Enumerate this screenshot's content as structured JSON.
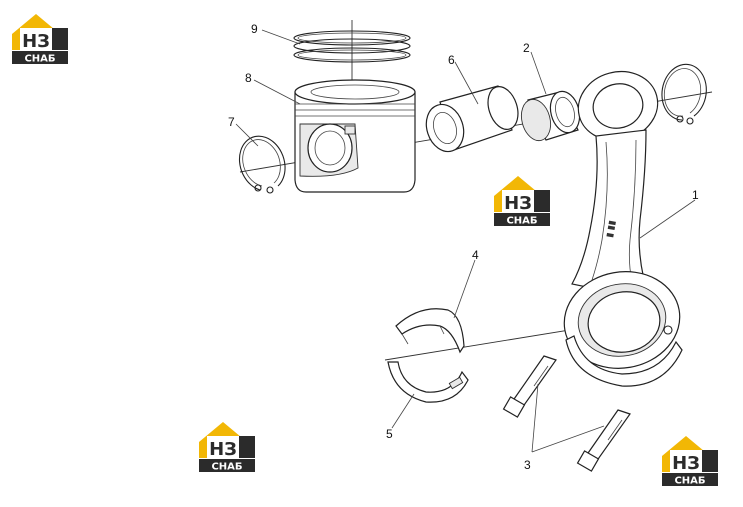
{
  "logo": {
    "text_main": "НЗ",
    "text_sub": "СНАБ",
    "colors": {
      "yellow": "#f2b705",
      "dark": "#2b2b2b",
      "white": "#ffffff"
    }
  },
  "callouts": [
    "1",
    "2",
    "3",
    "4",
    "5",
    "6",
    "7",
    "8",
    "9"
  ]
}
